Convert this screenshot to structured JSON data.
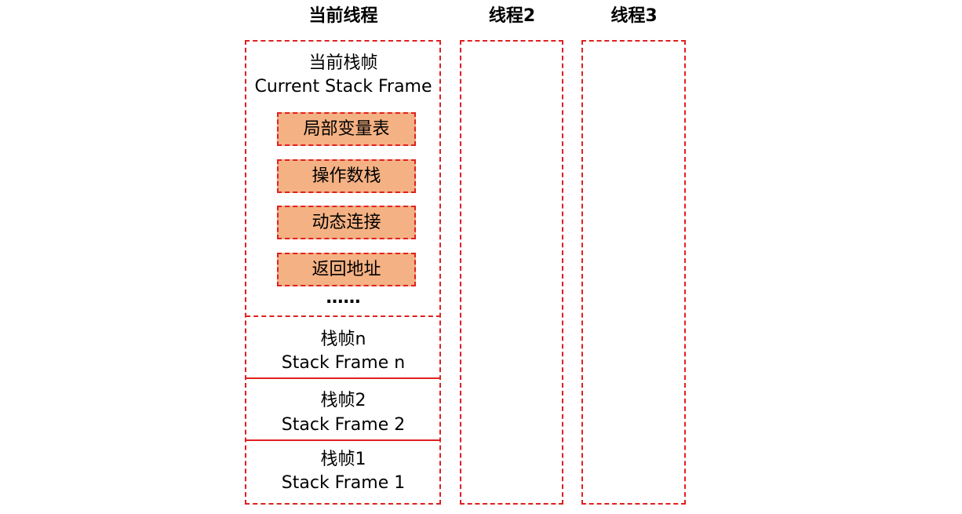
{
  "threads": {
    "current": {
      "title": "当前线程"
    },
    "thread2": {
      "title": "线程2"
    },
    "thread3": {
      "title": "线程3"
    }
  },
  "current_frame": {
    "title_cn": "当前栈帧",
    "title_en": "Current Stack Frame",
    "components": [
      {
        "label": "局部变量表"
      },
      {
        "label": "操作数栈"
      },
      {
        "label": "动态连接"
      },
      {
        "label": "返回地址"
      }
    ],
    "ellipsis": "……",
    "component_fill": "#f4b183"
  },
  "frames": [
    {
      "cn": "栈帧n",
      "en": "Stack Frame n"
    },
    {
      "cn": "栈帧2",
      "en": "Stack Frame 2"
    },
    {
      "cn": "栈帧1",
      "en": "Stack Frame 1"
    }
  ],
  "colors": {
    "border": "#e02020",
    "component_fill": "#f4b183"
  }
}
